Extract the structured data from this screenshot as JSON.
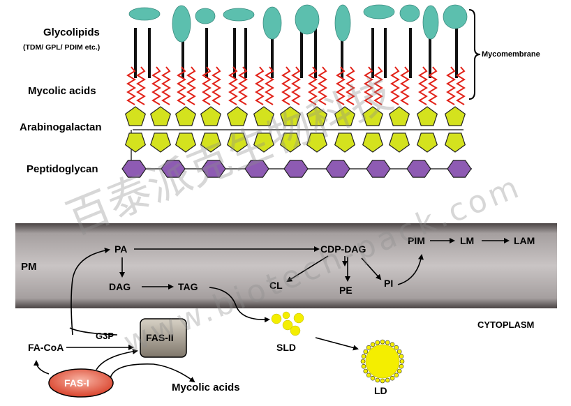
{
  "labels": {
    "glycolipids": "Glycolipids",
    "glycolipids_sub": "(TDM/ GPL/ PDIM etc.)",
    "mycomembrane": "Mycomembrane",
    "mycolic_acids_wall": "Mycolic acids",
    "arabinogalactan": "Arabinogalactan",
    "peptidoglycan": "Peptidoglycan"
  },
  "pathway": {
    "pm": "PM",
    "cytoplasm": "CYTOPLASM",
    "pa": "PA",
    "dag": "DAG",
    "tag": "TAG",
    "cdp_dag": "CDP-DAG",
    "cl": "CL",
    "pe": "PE",
    "pi": "PI",
    "pim": "PIM",
    "lm": "LM",
    "lam": "LAM",
    "sld": "SLD",
    "ld": "LD",
    "fa_coa": "FA-CoA",
    "g3p": "G3P",
    "fas_ii": "FAS-II",
    "fas_i": "FAS-I",
    "mycolic_acids_out": "Mycolic acids"
  },
  "watermark": {
    "chinese": "百泰派克生物科技",
    "url": "www.biotech-pack.com"
  },
  "colors": {
    "glycolipid_head": "#5cbfae",
    "mycolic_zigzag": "#e2231a",
    "arabinogalactan": "#d4e21e",
    "peptidoglycan": "#8e5bb3",
    "membrane": "#8a8282",
    "fas_i": "#e8543e",
    "fas_ii": "#a39a8c",
    "lipid_droplet": "#f4ee00"
  }
}
